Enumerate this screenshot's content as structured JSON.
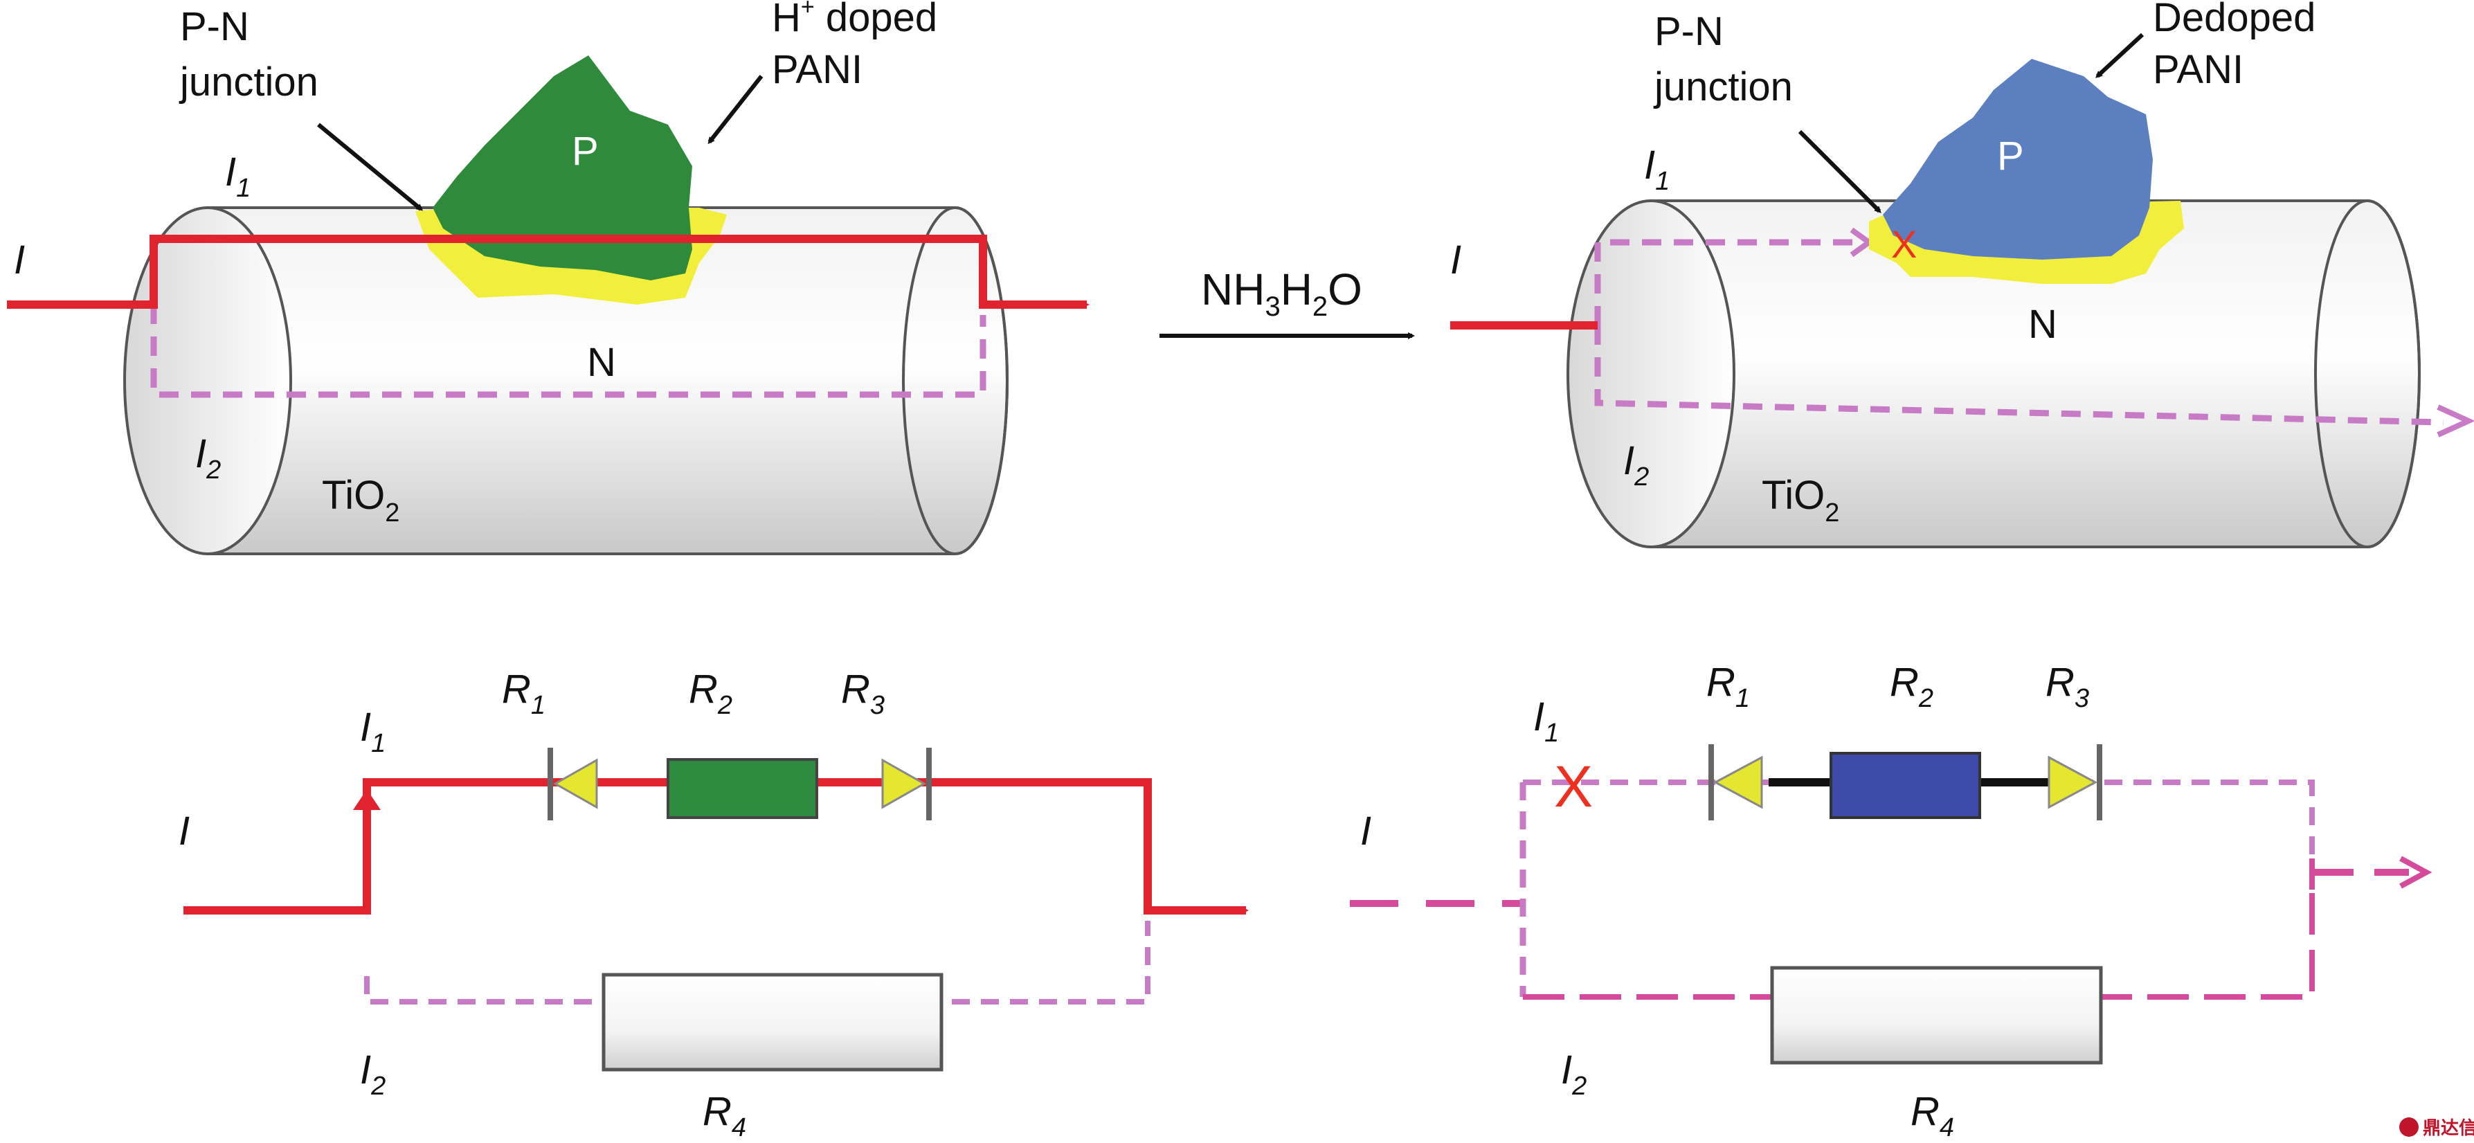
{
  "colors": {
    "current_solid": "#e0232f",
    "current_dashed": "#c77bc4",
    "current_dashed_dark": "#d64a9c",
    "doped_pani": "#2f8a3c",
    "dedoped_pani": "#5b7fbf",
    "junction": "#f2ee3c",
    "cylinder": "#e6e6e6",
    "r2_doped": "#2d8a3e",
    "r2_dedoped": "#3e4aa8",
    "diode": "#e4e630"
  },
  "left_panel": {
    "label_pn_line1": "P-N",
    "label_pn_line2": "junction",
    "label_pani_sup": "+",
    "label_pani_line1_h": "H",
    "label_pani_line1_rest": " doped",
    "label_pani_line2": "PANI",
    "p_label": "P",
    "n_label": "N",
    "current_i": "I",
    "i1_base": "I",
    "i1_sub": "1",
    "i2_base": "I",
    "i2_sub": "2",
    "tio2_base": "TiO",
    "tio2_sub": "2"
  },
  "middle": {
    "reagent_nh": "NH",
    "reagent_sub1": "3",
    "reagent_h": "H",
    "reagent_sub2": "2",
    "reagent_o": "O"
  },
  "right_panel": {
    "label_pn_line1": "P-N",
    "label_pn_line2": "junction",
    "label_pani_line1": "Dedoped",
    "label_pani_line2": "PANI",
    "p_label": "P",
    "n_label": "N",
    "current_i": "I",
    "i1_base": "I",
    "i1_sub": "1",
    "i2_base": "I",
    "i2_sub": "2",
    "tio2_base": "TiO",
    "tio2_sub": "2",
    "block_mark": "X"
  },
  "left_circuit": {
    "current_i": "I",
    "i1_base": "I",
    "i1_sub": "1",
    "i2_base": "I",
    "i2_sub": "2",
    "r1_base": "R",
    "r1_sub": "1",
    "r2_base": "R",
    "r2_sub": "2",
    "r3_base": "R",
    "r3_sub": "3",
    "r4_base": "R",
    "r4_sub": "4"
  },
  "right_circuit": {
    "current_i": "I",
    "i1_base": "I",
    "i1_sub": "1",
    "i2_base": "I",
    "i2_sub": "2",
    "r1_base": "R",
    "r1_sub": "1",
    "r2_base": "R",
    "r2_sub": "2",
    "r3_base": "R",
    "r3_sub": "3",
    "r4_base": "R",
    "r4_sub": "4",
    "block_mark": "X"
  },
  "watermark": {
    "text": "鼎达信"
  }
}
